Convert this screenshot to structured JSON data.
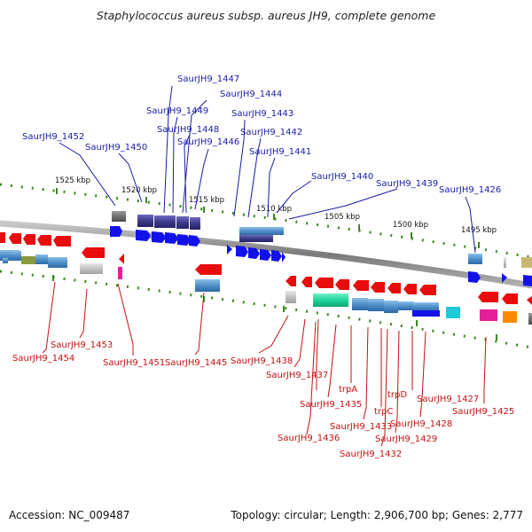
{
  "title": "Staphylococcus aureus subsp. aureus JH9, complete genome",
  "footer": {
    "accession": "Accession: NC_009487",
    "topology": "Topology: circular; Length: 2,906,700 bp; Genes: 2,777"
  },
  "kbp_labels": [
    "1525 kbp",
    "1520 kbp",
    "1515 kbp",
    "1510 kbp",
    "1505 kbp",
    "1500 kbp",
    "1495 kbp"
  ],
  "top_labels": [
    "SaurJH9_1447",
    "SaurJH9_1444",
    "SaurJH9_1449",
    "SaurJH9_1443",
    "SaurJH9_1448",
    "SaurJH9_1442",
    "SaurJH9_1452",
    "SaurJH9_1446",
    "SaurJH9_1450",
    "SaurJH9_1441",
    "SaurJH9_1440",
    "SaurJH9_1439",
    "SaurJH9_1426"
  ],
  "bottom_labels": [
    "SaurJH9_1453",
    "SaurJH9_1454",
    "SaurJH9_1451",
    "SaurJH9_1445",
    "SaurJH9_1438",
    "SaurJH9_1437",
    "trpA",
    "trpD",
    "SaurJH9_1427",
    "SaurJH9_1435",
    "SaurJH9_1425",
    "trpC",
    "SaurJH9_1428",
    "SaurJH9_1433",
    "SaurJH9_1429",
    "SaurJH9_1436",
    "SaurJH9_1432"
  ],
  "colors": {
    "forward_arrow": "#1212e8",
    "reverse_arrow": "#e80c0c",
    "cds_blue": "#4f8fc8",
    "cds_purple": "#3e3a8a",
    "trna_green": "#1fd49a",
    "backbone": "#8a8a8a",
    "tick_green": "#3a8a1e"
  }
}
